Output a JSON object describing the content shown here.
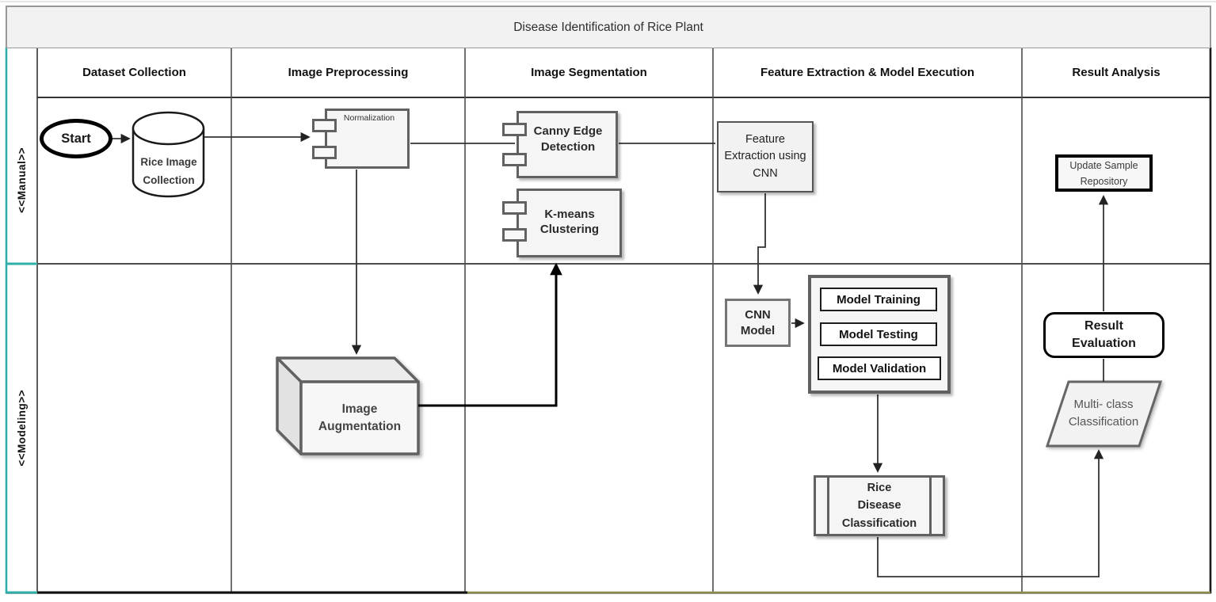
{
  "title": "Disease Identification of Rice Plant",
  "lanes": {
    "manual": "<<Manual>>",
    "modeling": "<<Modeling>>"
  },
  "columns": [
    "Dataset Collection",
    "Image Preprocessing",
    "Image Segmentation",
    "Feature Extraction & Model Execution",
    "Result Analysis"
  ],
  "nodes": {
    "start": "Start",
    "rice_image_collection": "Rice Image Collection",
    "normalization": "Normalization",
    "canny_edge_detection": "Canny Edge Detection",
    "kmeans_clustering": "K-means Clustering",
    "feature_extraction_cnn": "Feature Extraction using CNN",
    "update_sample_repository": "Update  Sample Repository",
    "image_augmentation": "Image Augmentation",
    "cnn_model": "CNN Model",
    "model_training": "Model Training",
    "model_testing": "Model Testing",
    "model_validation": "Model Validation",
    "rice_disease_classification": "Rice\nDisease\nClassification",
    "result_evaluation": "Result Evaluation",
    "multi_class_classification": "Multi- class Classification"
  },
  "colors": {
    "accent_teal": "#2FAFAA",
    "shape_fill": "#f5f5f5",
    "shape_border": "#616161",
    "connector": "#333333",
    "title_bg": "#f2f2f2",
    "bottom_accent": "#8a8a4a"
  }
}
